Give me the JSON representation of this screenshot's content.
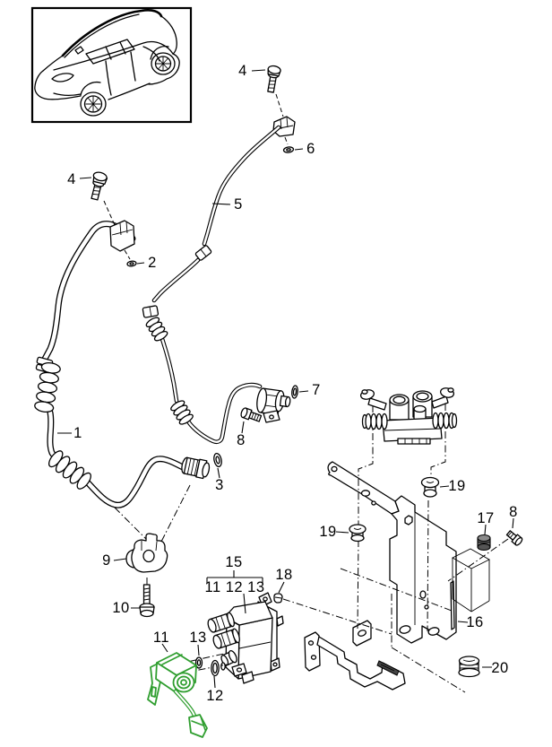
{
  "page": {
    "background": "#ffffff",
    "ink": "#000000"
  },
  "inset": {
    "border_color": "#000000",
    "icon": "car-isometric-line-drawing"
  },
  "highlight": {
    "color": "#2f9e2f",
    "applies_to": "part-11-solenoid-valve"
  },
  "group_15": {
    "label": "15",
    "members_label": "11 12 13"
  },
  "callouts": [
    {
      "id": "4-top",
      "label": "4"
    },
    {
      "id": "6",
      "label": "6"
    },
    {
      "id": "5",
      "label": "5"
    },
    {
      "id": "4-left",
      "label": "4"
    },
    {
      "id": "2",
      "label": "2"
    },
    {
      "id": "1",
      "label": "1"
    },
    {
      "id": "7",
      "label": "7"
    },
    {
      "id": "8-valve",
      "label": "8"
    },
    {
      "id": "3",
      "label": "3"
    },
    {
      "id": "9",
      "label": "9"
    },
    {
      "id": "10",
      "label": "10"
    },
    {
      "id": "15",
      "label": "15"
    },
    {
      "id": "15-members",
      "label": "11 12 13"
    },
    {
      "id": "18",
      "label": "18"
    },
    {
      "id": "11",
      "label": "11"
    },
    {
      "id": "13",
      "label": "13"
    },
    {
      "id": "12",
      "label": "12"
    },
    {
      "id": "19-right",
      "label": "19"
    },
    {
      "id": "19-left",
      "label": "19"
    },
    {
      "id": "17",
      "label": "17"
    },
    {
      "id": "8-bracket",
      "label": "8"
    },
    {
      "id": "16",
      "label": "16"
    },
    {
      "id": "20",
      "label": "20"
    }
  ]
}
